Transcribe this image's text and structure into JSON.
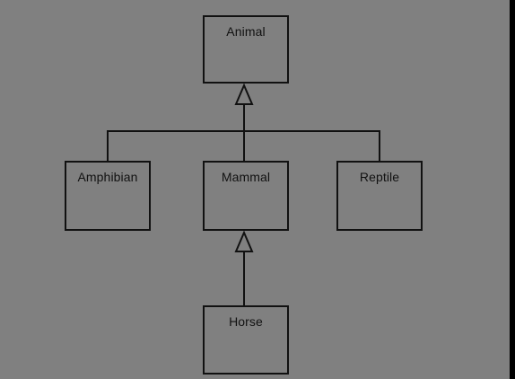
{
  "diagram": {
    "classes": {
      "animal": "Animal",
      "amphibian": "Amphibian",
      "mammal": "Mammal",
      "reptile": "Reptile",
      "horse": "Horse"
    },
    "colors": {
      "background": "#808080",
      "stroke": "#111111",
      "edge": "#000000"
    }
  }
}
